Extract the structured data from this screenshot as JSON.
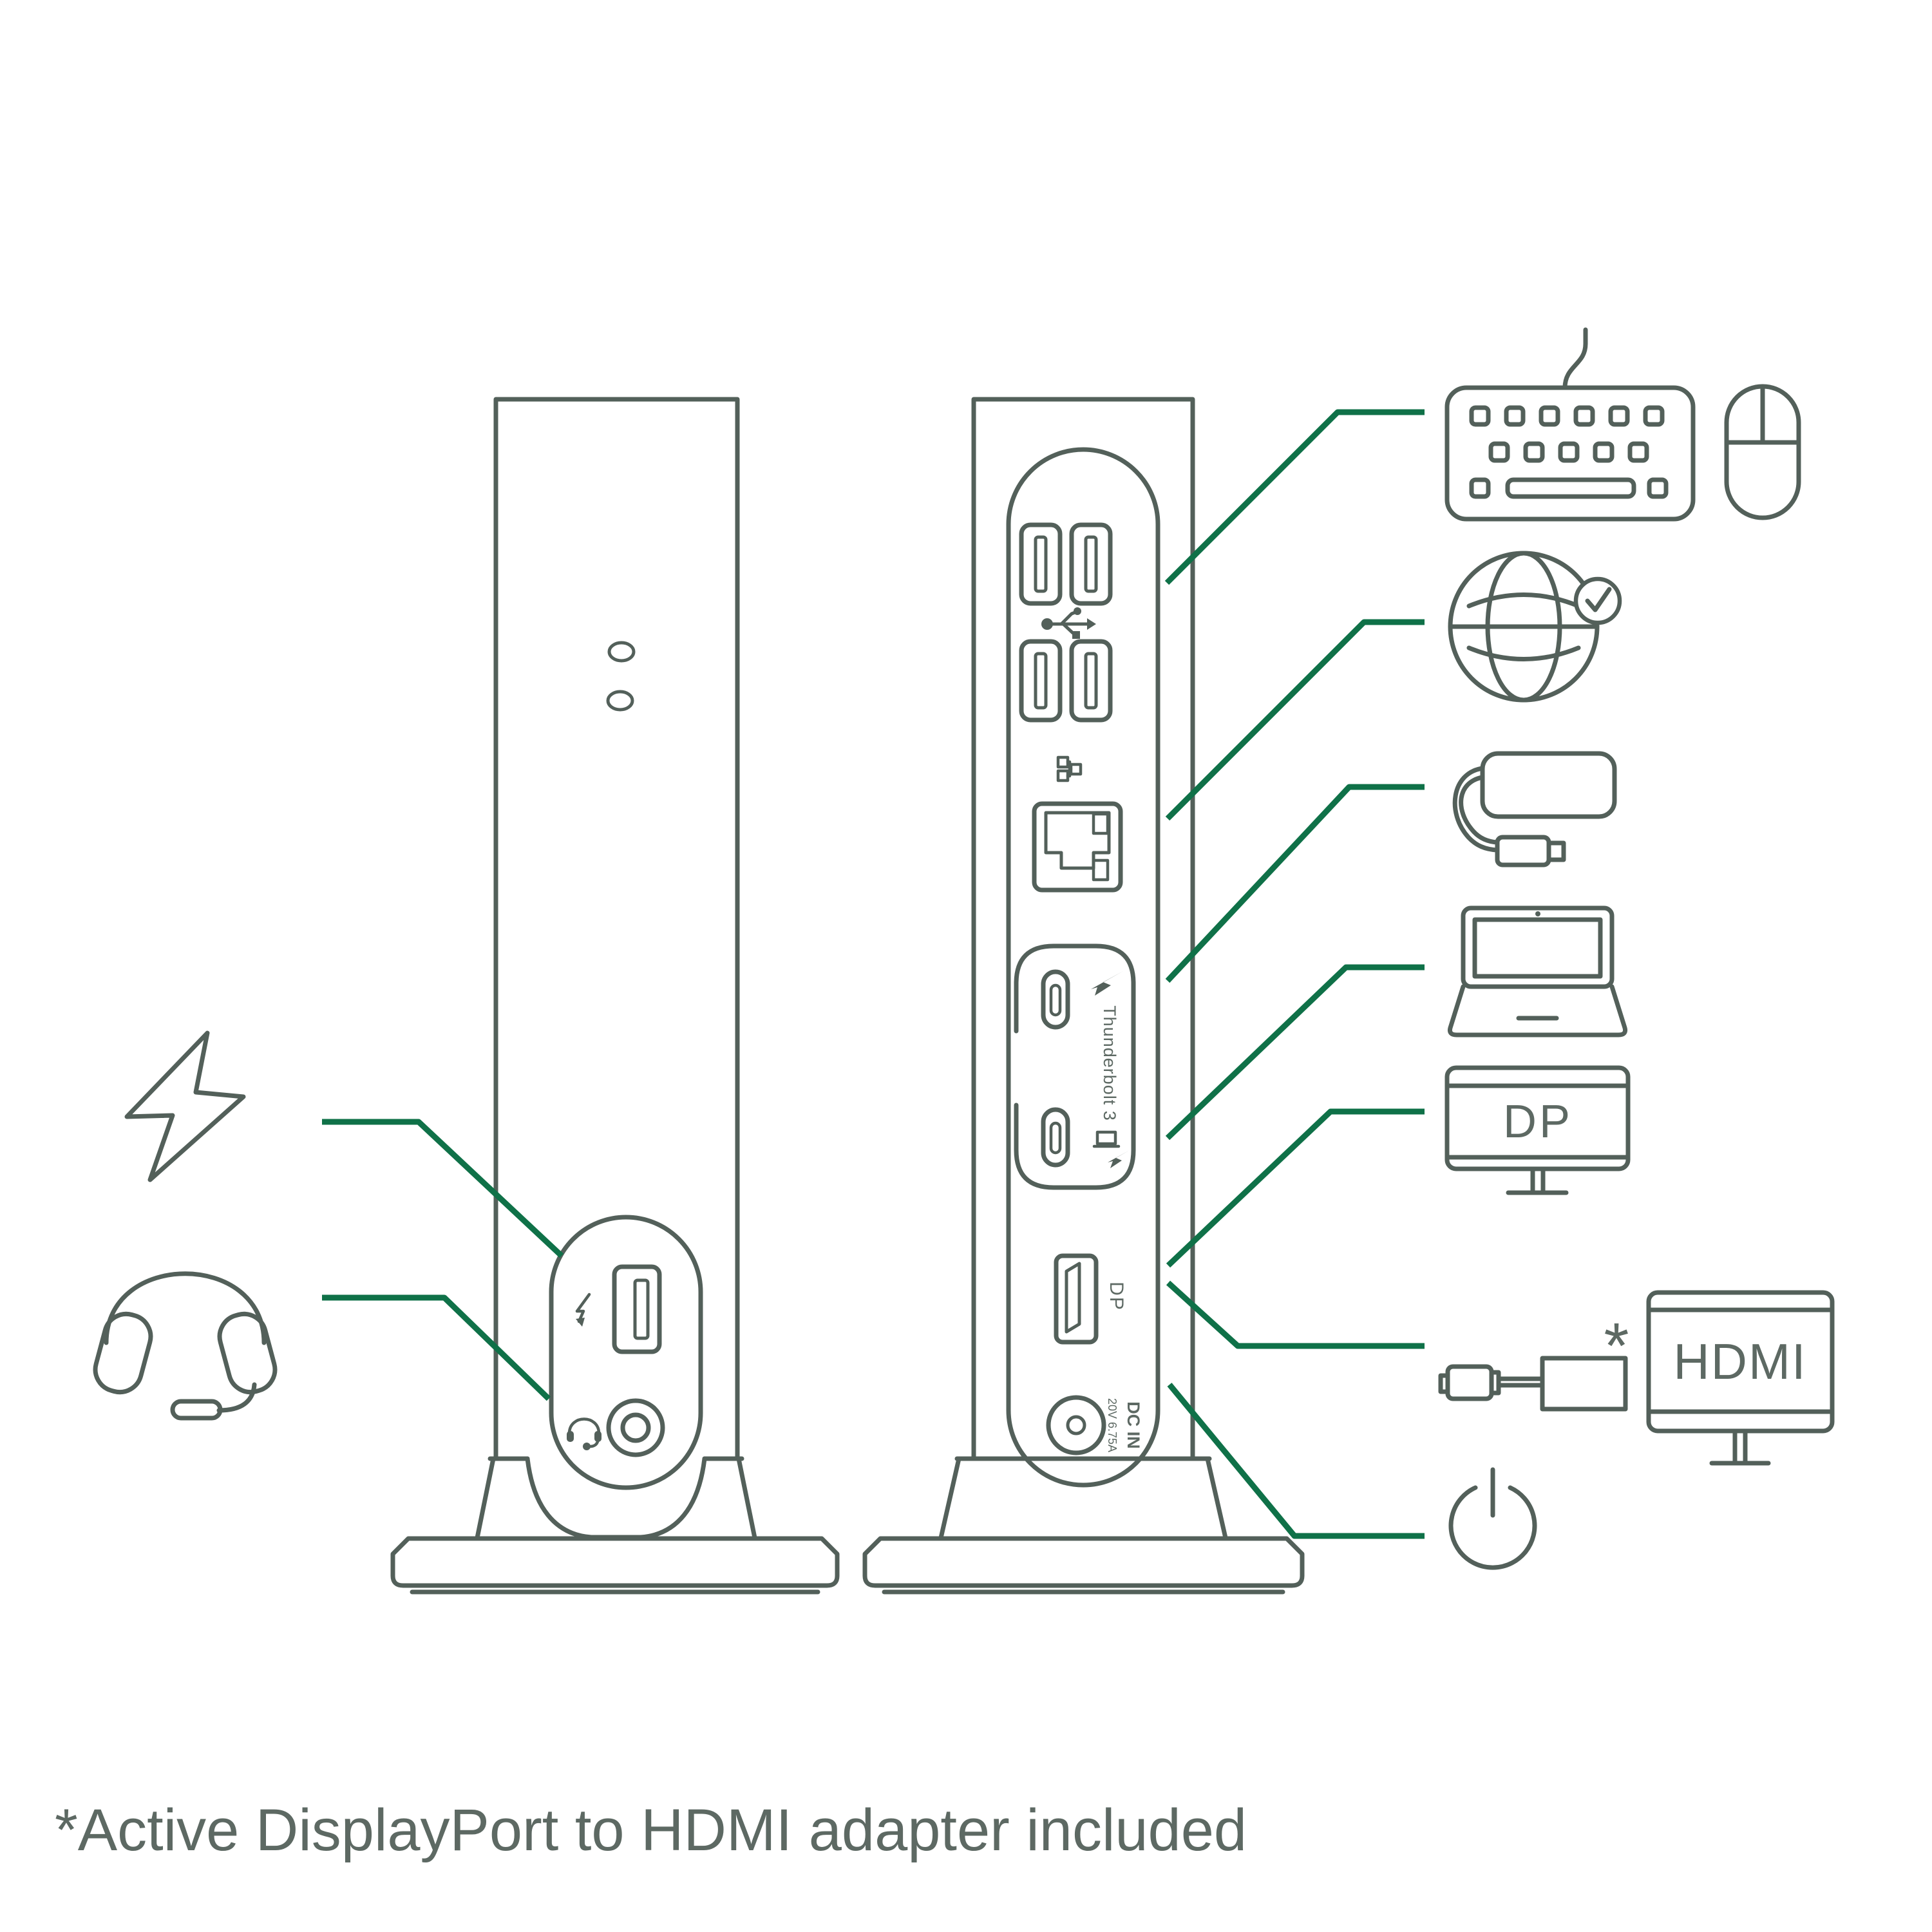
{
  "colors": {
    "outline": "#53605a",
    "callout_green": "#0f7148",
    "text": "#5d6963",
    "background": "#ffffff"
  },
  "dock": {
    "back_panel": {
      "thunderbolt_label": "Thunderbolt 3",
      "dp_port_label": "DP",
      "dc_in_label": "DC IN",
      "dc_in_spec_label": "20V 6.75A"
    },
    "front_panel": {
      "ports": [
        "charging-usb-port",
        "headset-jack"
      ]
    },
    "port_icons": [
      "usb-trident-icon",
      "ethernet-network-icon",
      "thunderbolt-bolt-icon",
      "laptop-bolt-icon",
      "charging-bolt-icon",
      "headset-mini-icon"
    ]
  },
  "peripherals": {
    "dp_monitor_label": "DP",
    "hdmi_monitor_label": "HDMI",
    "adapter_asterisk": "*",
    "icons": [
      "keyboard-icon",
      "mouse-icon",
      "internet-globe-icon",
      "usb-drive-icon",
      "laptop-icon",
      "dp-monitor-icon",
      "dp-to-hdmi-adapter-icon",
      "hdmi-monitor-icon",
      "power-icon",
      "lightning-icon",
      "headset-icon"
    ]
  },
  "footer": {
    "note": "*Active DisplayPort to HDMI adapter included"
  }
}
